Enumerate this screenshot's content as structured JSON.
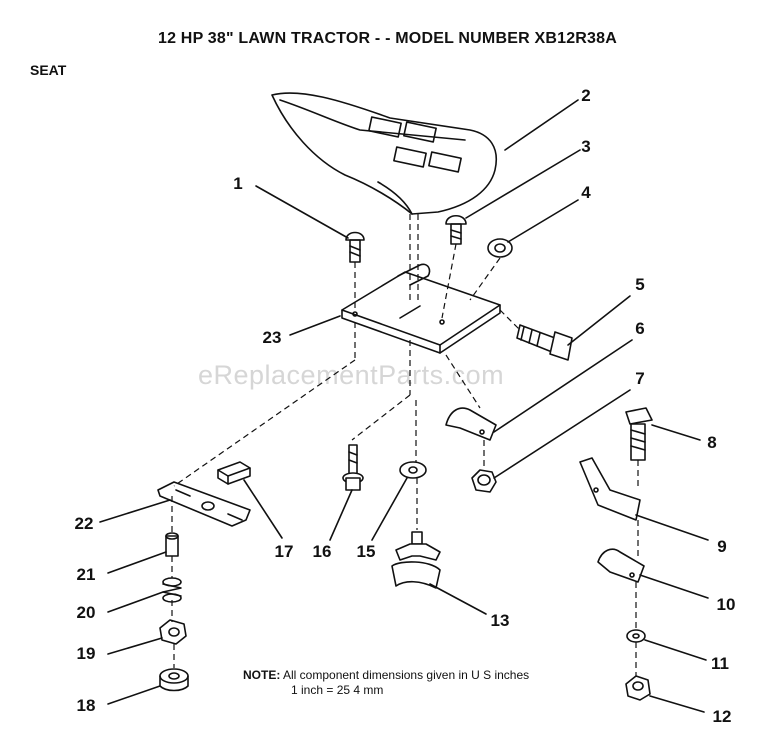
{
  "title": "12 HP 38\" LAWN TRACTOR - - MODEL NUMBER XB12R38A",
  "section": "SEAT",
  "watermark": "eReplacementParts.com",
  "note": {
    "label": "NOTE:",
    "line1": "All component dimensions given in U S inches",
    "line2": "1 inch = 25 4 mm"
  },
  "callouts": [
    "1",
    "2",
    "3",
    "4",
    "5",
    "6",
    "7",
    "8",
    "9",
    "10",
    "11",
    "12",
    "13",
    "15",
    "16",
    "17",
    "18",
    "19",
    "20",
    "21",
    "22",
    "23"
  ]
}
